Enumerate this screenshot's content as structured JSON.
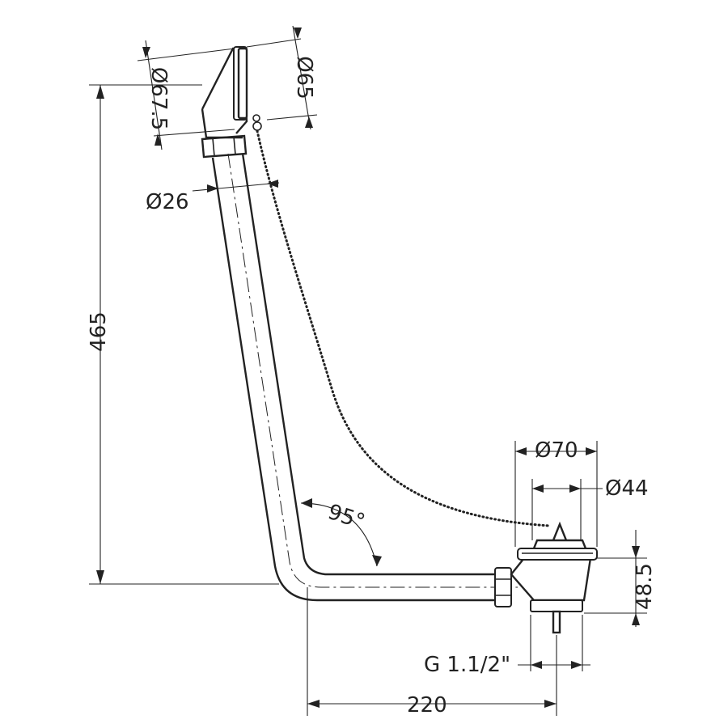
{
  "dimensions": {
    "height_total": "465",
    "overflow_outer_dia": "Ø67.5",
    "overflow_inner_dia": "Ø65",
    "pipe_dia": "Ø26",
    "bend_angle": "95°",
    "waste_outer_dia": "Ø70",
    "waste_inner_dia": "Ø44",
    "waste_height": "48.5",
    "thread": "G 1.1/2\"",
    "horizontal_length": "220"
  }
}
